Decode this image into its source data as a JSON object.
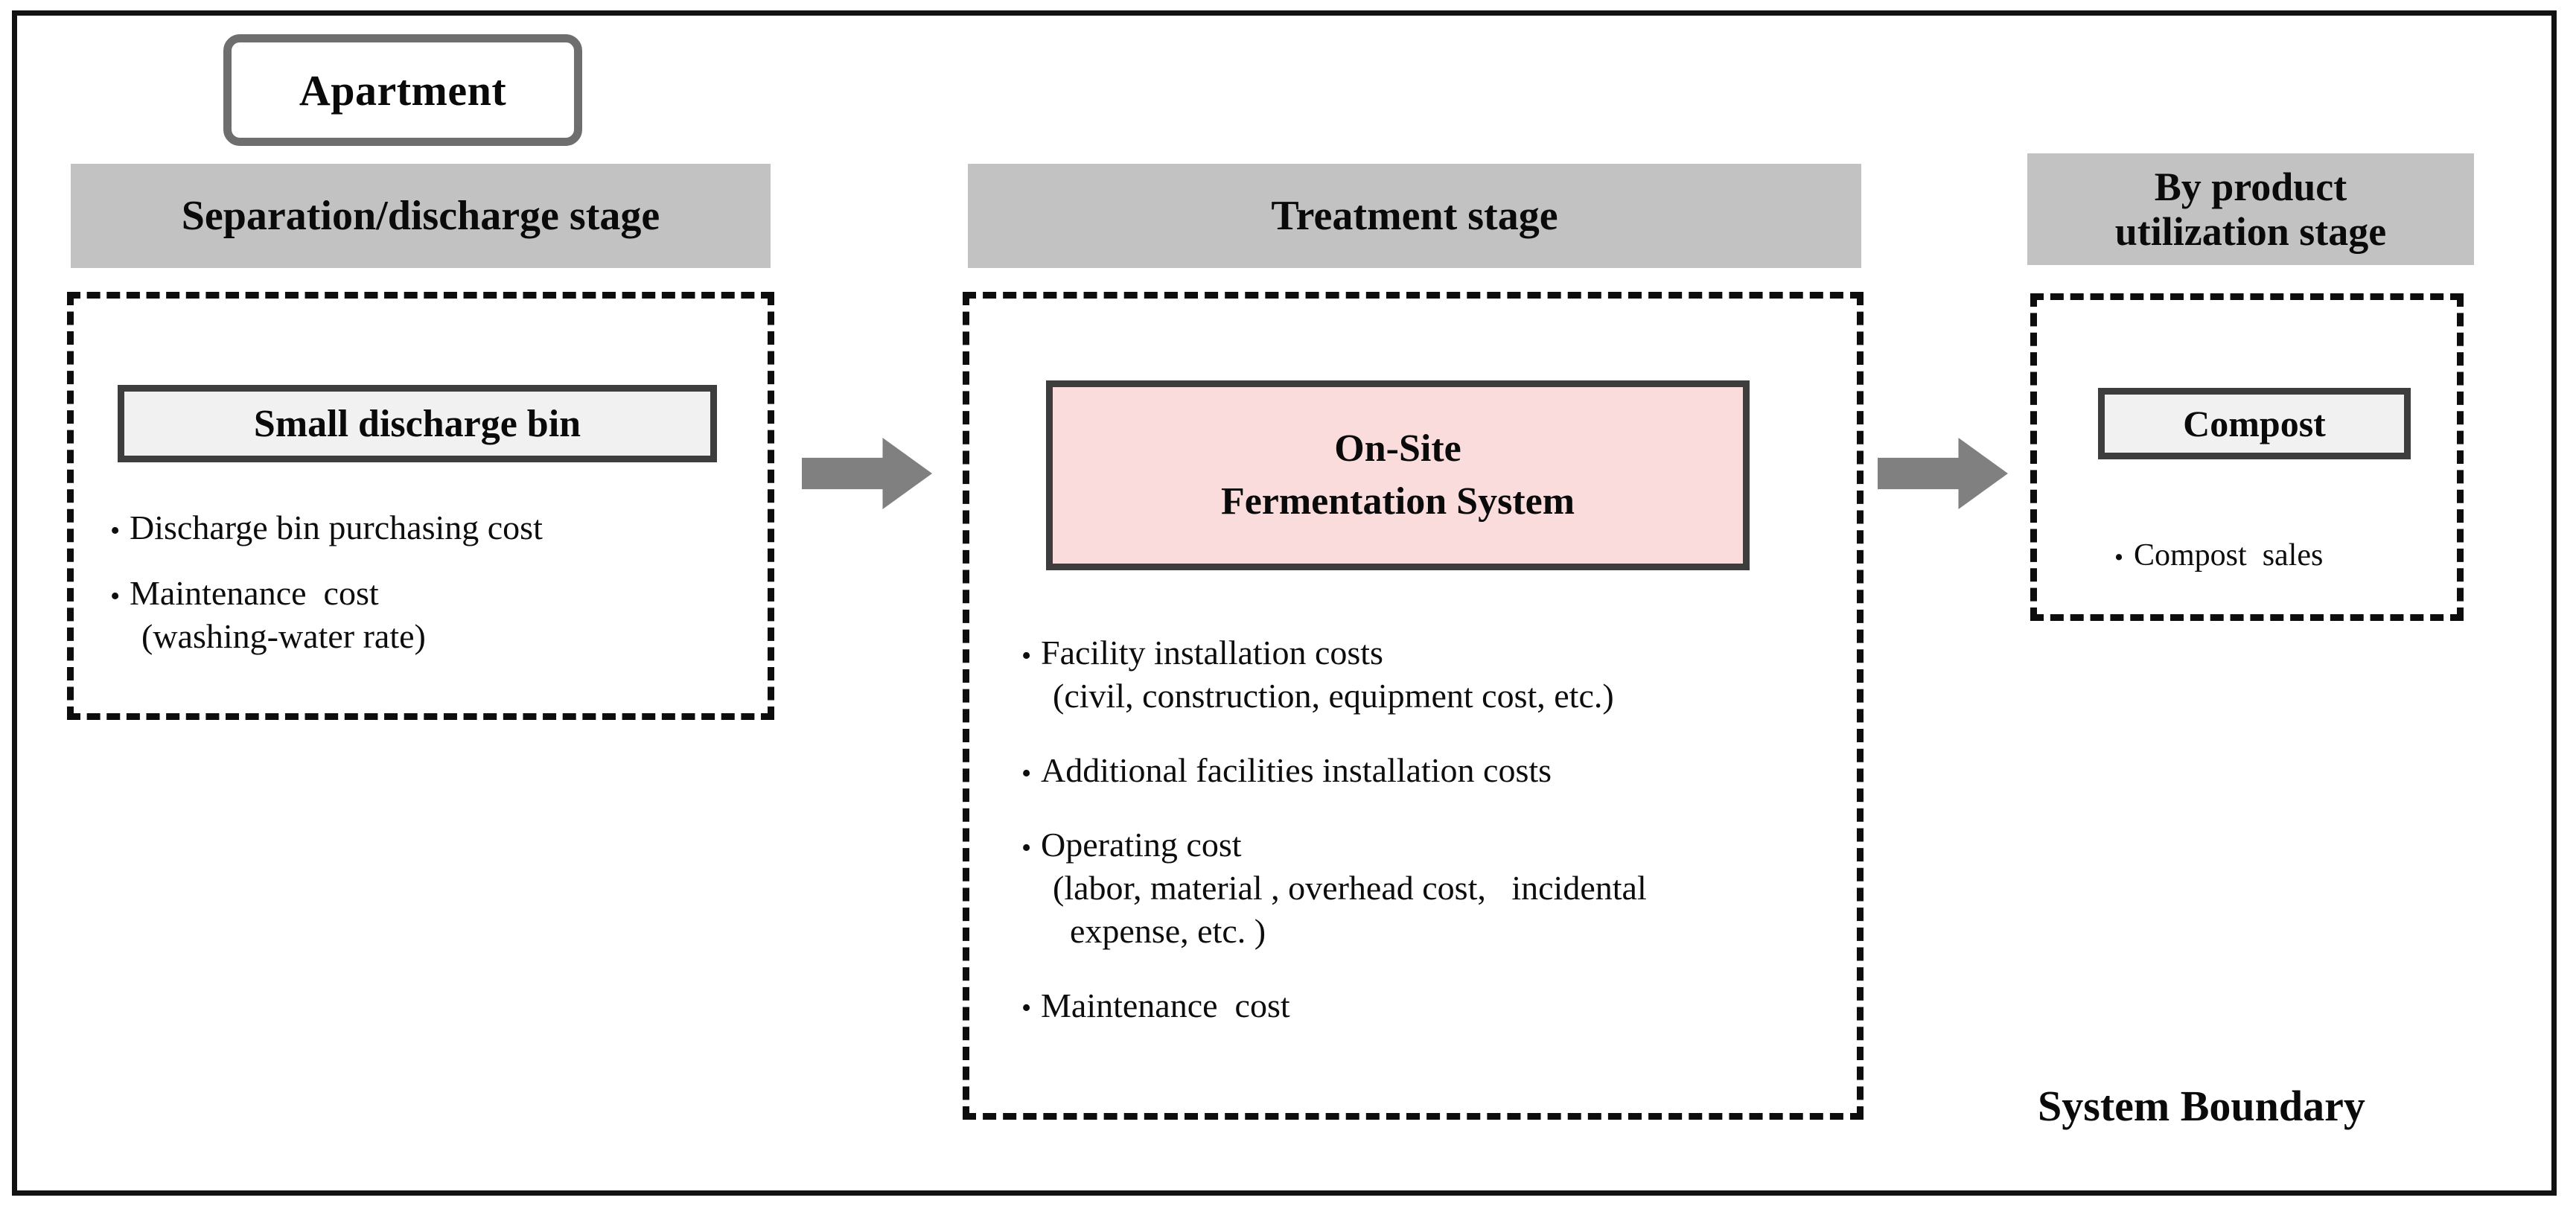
{
  "diagram": {
    "title": "System Boundary",
    "outer_label": "System Boundary",
    "colors": {
      "stage_header_gray": "#c2c2c2",
      "arrow_gray": "#808080",
      "fermentation_pink": "#fadcdc",
      "inner_box_gray": "#f1f1f1",
      "box_border_dark": "#3d3d3d",
      "rounded_border_gray": "#6e6e6e",
      "frame_black": "#121212"
    },
    "source_node": {
      "label": "Apartment"
    },
    "stages": [
      {
        "id": "separation-discharge",
        "header": "Separation/discharge stage",
        "box_label": "Small discharge bin",
        "bullets": [
          [
            "Discharge bin purchasing cost"
          ],
          [
            "Maintenance  cost",
            "(washing-water rate)"
          ]
        ]
      },
      {
        "id": "treatment",
        "header": "Treatment stage",
        "box_label_line1": "On-Site",
        "box_label_line2": "Fermentation System",
        "bullets": [
          [
            "Facility installation costs",
            "(civil, construction, equipment cost, etc.)"
          ],
          [
            "Additional facilities installation costs"
          ],
          [
            "Operating cost",
            "(labor, material , overhead cost,   incidental",
            "  expense, etc. )"
          ],
          [
            "Maintenance  cost"
          ]
        ]
      },
      {
        "id": "byproduct-utilization",
        "header_line1": "By product",
        "header_line2": "utilization  stage",
        "box_label": "Compost",
        "bullets": [
          [
            "Compost  sales"
          ]
        ]
      }
    ],
    "arrows": [
      {
        "id": "arrow-sep-to-treat",
        "icon": "right-block-arrow"
      },
      {
        "id": "arrow-treat-to-by",
        "icon": "right-block-arrow"
      }
    ]
  }
}
